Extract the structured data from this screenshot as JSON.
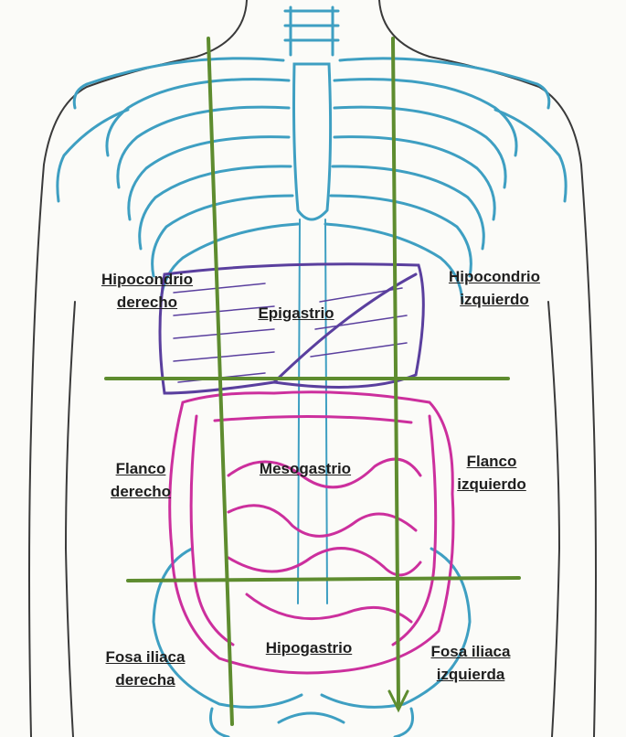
{
  "figure": {
    "regions": {
      "hipocondrio_derecho": [
        "Hipocondrio",
        "derecho"
      ],
      "epigastrio": [
        "Epigastrio"
      ],
      "hipocondrio_izquierdo": [
        "Hipocondrio",
        "izquierdo"
      ],
      "flanco_derecho": [
        "Flanco",
        "derecho"
      ],
      "mesogastrio": [
        "Mesogastrio"
      ],
      "flanco_izquierdo": [
        "Flanco",
        "izquierdo"
      ],
      "fosa_iliaca_derecha": [
        "Fosa iliaca",
        "derecha"
      ],
      "hipogastrio": [
        "Hipogastrio"
      ],
      "fosa_iliaca_izquierda": [
        "Fosa iliaca",
        "izquierda"
      ]
    },
    "colors": {
      "body_outline": "#3a3a3a",
      "skeleton": "#3e9fc2",
      "liver_stomach": "#5a3f9e",
      "intestines": "#cc2f9d",
      "division_lines": "#5e8c2f",
      "label_text": "#1f1f1f"
    }
  }
}
